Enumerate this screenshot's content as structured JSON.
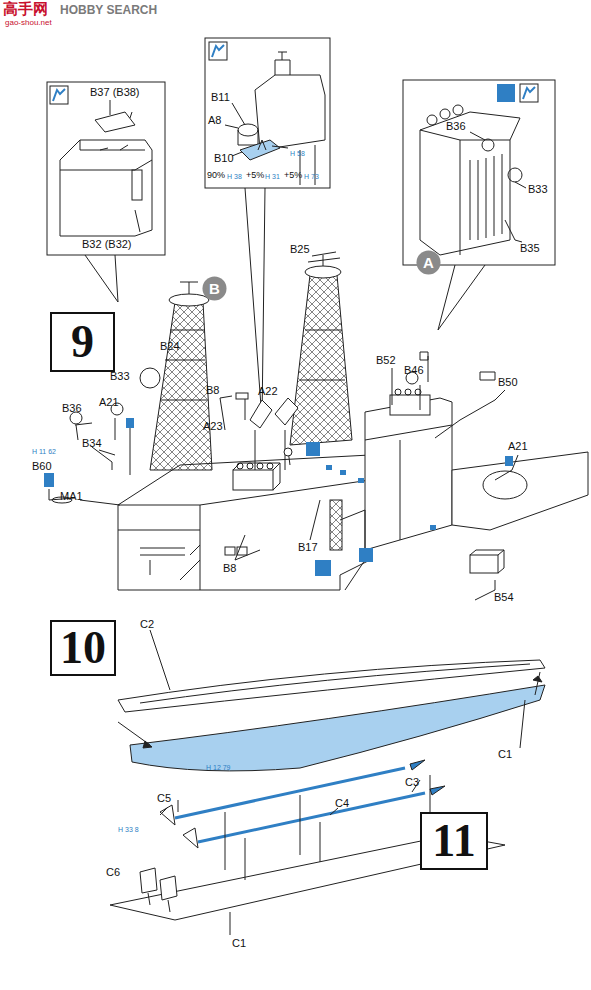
{
  "diagram": {
    "nodes": [
      {
        "text": [
          "A"
        ]
      },
      {
        "text": [
          "B"
        ]
      },
      {
        "text": [
          "9"
        ]
      },
      {
        "text": [
          "10"
        ]
      },
      {
        "text": [
          "11"
        ]
      }
    ],
    "labels": [
      "高手网",
      "HOBBY SEARCH",
      "gao-shou.net",
      "B37 (B38)",
      "B32 (B32)",
      "B11",
      "A8",
      "B10",
      "H 58",
      "90%",
      "H 38",
      "+5%",
      "H 31",
      "+5%",
      "H 73",
      "B36",
      "B33",
      "B35",
      "B24",
      "B33",
      "B36",
      "A21",
      "B34",
      "H 11 62",
      "B60",
      "MA1",
      "B8",
      "A23",
      "A22",
      "B8",
      "B17",
      "B25",
      "B52",
      "B46",
      "B50",
      "A21",
      "B54",
      "C2",
      "C1",
      "H 12 79",
      "C5",
      "H 33 8",
      "C4",
      "C3",
      "C6",
      "C1"
    ]
  }
}
